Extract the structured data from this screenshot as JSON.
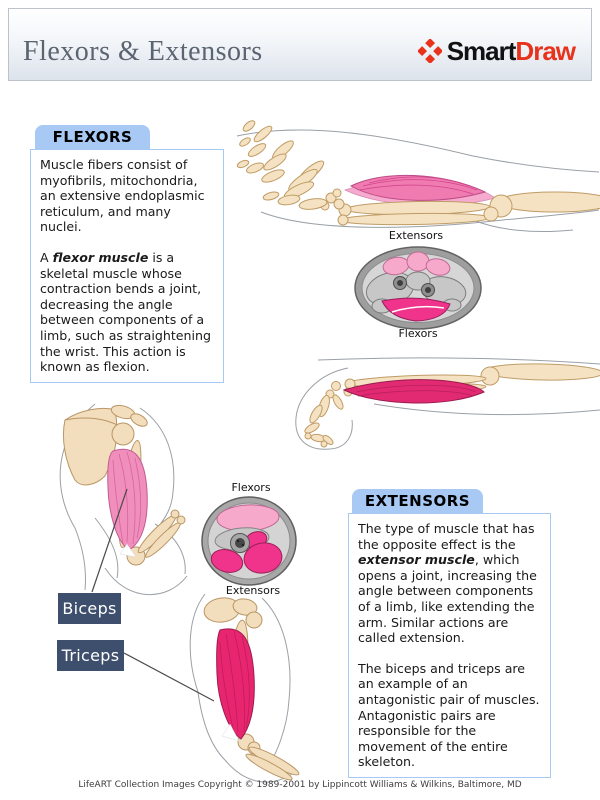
{
  "header": {
    "title": "Flexors & Extensors",
    "logo": {
      "icon": "smartdraw-diamond-icon",
      "brand_first": "Smart",
      "brand_second": "Draw"
    }
  },
  "flexors_panel": {
    "tab_label": "FLEXORS",
    "para1": "Muscle fibers consist of myofibrils, mitochondria, an extensive endoplasmic reticulum, and many nuclei.",
    "para2_prefix": "A ",
    "para2_bold": "flexor muscle",
    "para2_suffix": " is a skeletal muscle whose contraction bends a joint, decreasing the angle between components of a limb, such as straightening the wrist. This action is known as flexion."
  },
  "extensors_panel": {
    "tab_label": "EXTENSORS",
    "para1_prefix": "The type of muscle that has the opposite effect is the ",
    "para1_bold": "extensor muscle",
    "para1_suffix": ", which opens a joint, increasing the angle between components of a limb, like extending the arm. Similar actions are called extension.",
    "para2": "The biceps and triceps are an example of an antagonistic pair of muscles. Antagonistic pairs are responsible for the movement of the entire skeleton."
  },
  "forearm_cross_section": {
    "top_label": "Extensors",
    "bottom_label": "Flexors"
  },
  "upper_arm_cross_section": {
    "top_label": "Flexors",
    "bottom_label": "Extensors"
  },
  "muscle_callouts": {
    "biceps": "Biceps",
    "triceps": "Triceps"
  },
  "footer": {
    "copyright": "LifeART Collection Images Copyright © 1989-2001 by Lippincott Williams & Wilkins, Baltimore, MD"
  },
  "colors": {
    "accent_blue": "#a7c9f4",
    "callout_navy": "#3e4e6d",
    "smartdraw_red": "#e8321c",
    "muscle_pink_light": "#f7a9cb",
    "muscle_pink": "#f08ebc",
    "muscle_magenta": "#f0338b",
    "bone_beige": "#f5e2c2",
    "title_gray": "#5b6471"
  }
}
